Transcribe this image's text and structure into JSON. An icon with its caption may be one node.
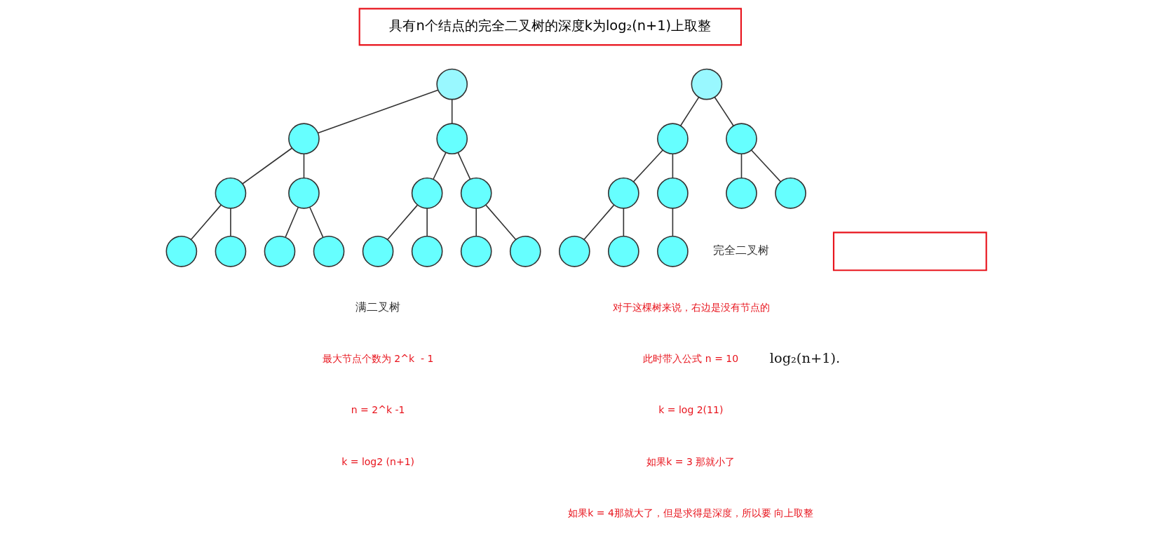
{
  "diagram": {
    "nodes": [
      {
        "text": [
          "具有n个结点的完全二叉树的深度k为log₂(n+1)上取整"
        ]
      },
      {
        "text": [],
        "shape": "circle"
      },
      {
        "text": [],
        "shape": "circle"
      },
      {
        "text": [],
        "shape": "circle"
      },
      {
        "text": [],
        "shape": "circle"
      },
      {
        "text": [],
        "shape": "circle"
      },
      {
        "text": [],
        "shape": "circle"
      },
      {
        "text": [],
        "shape": "circle"
      },
      {
        "text": [],
        "shape": "circle"
      },
      {
        "text": [],
        "shape": "circle"
      },
      {
        "text": [],
        "shape": "circle"
      },
      {
        "text": [],
        "shape": "circle"
      },
      {
        "text": [],
        "shape": "circle"
      },
      {
        "text": [],
        "shape": "circle"
      },
      {
        "text": [],
        "shape": "circle"
      },
      {
        "text": [],
        "shape": "circle"
      },
      {
        "text": [],
        "shape": "circle"
      },
      {
        "text": [],
        "shape": "circle"
      },
      {
        "text": [],
        "shape": "circle"
      },
      {
        "text": [],
        "shape": "circle"
      },
      {
        "text": [],
        "shape": "circle"
      },
      {
        "text": [],
        "shape": "circle"
      },
      {
        "text": [],
        "shape": "circle"
      },
      {
        "text": [],
        "shape": "circle"
      },
      {
        "text": [],
        "shape": "circle"
      },
      {
        "text": [],
        "shape": "circle"
      },
      {
        "text": [],
        "shape": "box"
      }
    ],
    "edges": [
      {
        "from": 1,
        "to": 2,
        "arrow": "none"
      },
      {
        "from": 1,
        "to": 3,
        "arrow": "none"
      },
      {
        "from": 2,
        "to": 4,
        "arrow": "none"
      },
      {
        "from": 2,
        "to": 5,
        "arrow": "none"
      },
      {
        "from": 3,
        "to": 6,
        "arrow": "none"
      },
      {
        "from": 3,
        "to": 7,
        "arrow": "none"
      },
      {
        "from": 4,
        "to": 8,
        "arrow": "none"
      },
      {
        "from": 4,
        "to": 9,
        "arrow": "none"
      },
      {
        "from": 5,
        "to": 10,
        "arrow": "none"
      },
      {
        "from": 5,
        "to": 11,
        "arrow": "none"
      },
      {
        "from": 6,
        "to": 12,
        "arrow": "none"
      },
      {
        "from": 6,
        "to": 13,
        "arrow": "none"
      },
      {
        "from": 7,
        "to": 14,
        "arrow": "none"
      },
      {
        "from": 7,
        "to": 15,
        "arrow": "none"
      },
      {
        "from": 16,
        "to": 17,
        "arrow": "none"
      },
      {
        "from": 16,
        "to": 18,
        "arrow": "none"
      },
      {
        "from": 17,
        "to": 19,
        "arrow": "none"
      },
      {
        "from": 17,
        "to": 20,
        "arrow": "none"
      },
      {
        "from": 18,
        "to": 21,
        "arrow": "none"
      },
      {
        "from": 18,
        "to": 22,
        "arrow": "none"
      },
      {
        "from": 19,
        "to": 23,
        "arrow": "none"
      },
      {
        "from": 19,
        "to": 24,
        "arrow": "none"
      },
      {
        "from": 20,
        "to": 25,
        "arrow": "none"
      }
    ],
    "labels": [
      "满二叉树",
      "完全二叉树",
      "对于这棵树来说，右边是没有节点的",
      "最大节点个数为 2^k  - 1",
      "n = 2^k -1",
      "k = log2 (n+1)",
      "log₂(n+1).",
      "此时带入公式 n = 10",
      "k = log 2(11)",
      "如果k = 3 那就小了",
      "如果k = 4那就大了，但是求得是深度，所以要 向上取整"
    ]
  }
}
